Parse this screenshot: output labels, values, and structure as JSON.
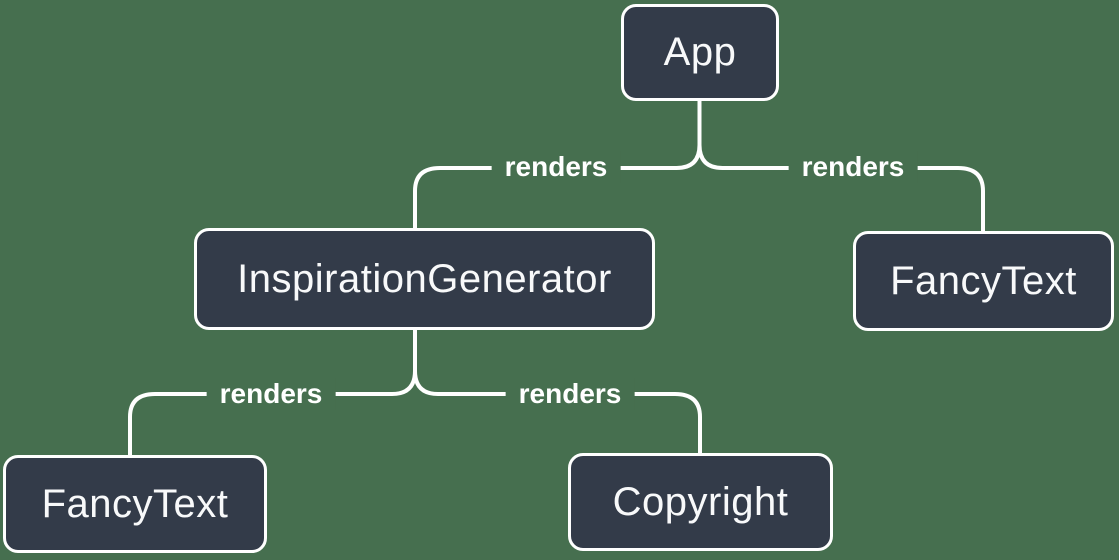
{
  "colors": {
    "background": "#466F4F",
    "node_fill": "#333B49",
    "node_border": "#FFFFFF",
    "edge_line": "#FFFFFF",
    "text": "#F8F9FA"
  },
  "nodes": [
    {
      "id": "app",
      "label": "App"
    },
    {
      "id": "inspiration-generator",
      "label": "InspirationGenerator"
    },
    {
      "id": "fancy-text-top",
      "label": "FancyText"
    },
    {
      "id": "fancy-text-bottom",
      "label": "FancyText"
    },
    {
      "id": "copyright",
      "label": "Copyright"
    }
  ],
  "edges": [
    {
      "from": "App",
      "to": "InspirationGenerator",
      "label": "renders"
    },
    {
      "from": "App",
      "to": "FancyText",
      "label": "renders"
    },
    {
      "from": "InspirationGenerator",
      "to": "FancyText",
      "label": "renders"
    },
    {
      "from": "InspirationGenerator",
      "to": "Copyright",
      "label": "renders"
    }
  ]
}
